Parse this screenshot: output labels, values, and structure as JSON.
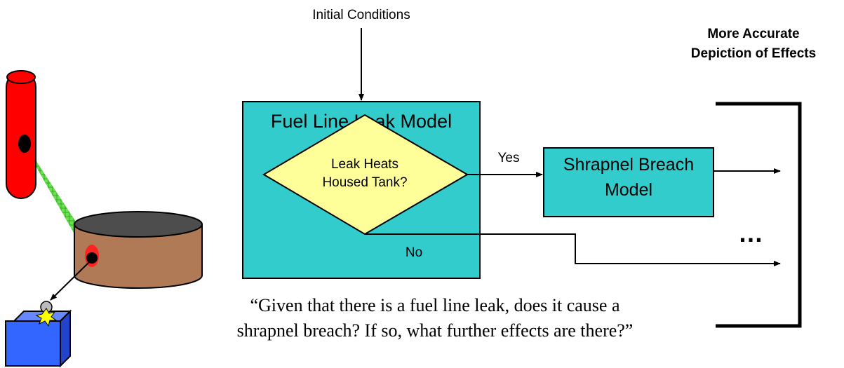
{
  "diagram": {
    "input_label": "Initial Conditions",
    "header_line1": "More Accurate",
    "header_line2": "Depiction of Effects",
    "model_box_title": "Fuel Line Leak Model",
    "decision_line1": "Leak Heats",
    "decision_line2": "Housed Tank?",
    "yes_label": "Yes",
    "no_label": "No",
    "breach_box_line1": "Shrapnel Breach",
    "breach_box_line2": "Model",
    "ellipsis": "…",
    "quote_line1": "“Given that there is a fuel line leak, does it cause a",
    "quote_line2": "shrapnel breach?  If so, what further effects are there?”"
  },
  "colors": {
    "model_box_fill": "#33cccc",
    "decision_fill": "#ffff99",
    "fuel_line": "#ff0000",
    "tank_body": "#b07a56",
    "tank_top": "#4d4d4d",
    "spray": "#33cc33",
    "target_box": "#3366ff"
  }
}
